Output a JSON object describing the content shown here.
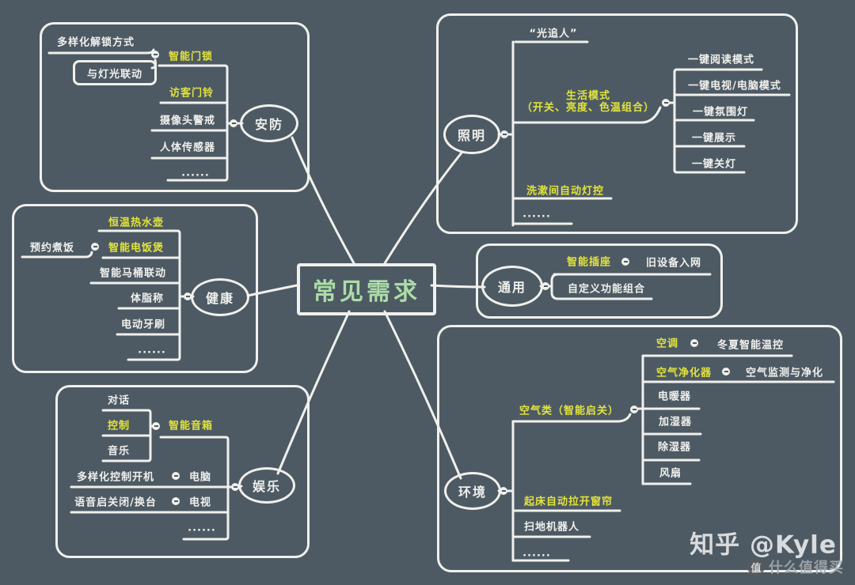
{
  "colors": {
    "background": "#4d5a64",
    "line_white": "#f0f0ec",
    "highlight_yellow": "#e2e33c",
    "center_green": "#abdca6"
  },
  "center": {
    "label": "常见需求"
  },
  "security": {
    "branch": "安防",
    "unlock": "多样化解锁方式",
    "light_link": "与灯光联动",
    "door_lock": "智能门锁",
    "doorbell": "访客门铃",
    "camera": "摄像头警戒",
    "body_sensor": "人体传感器",
    "more": "......"
  },
  "health": {
    "branch": "健康",
    "kettle": "恒温热水壶",
    "schedule_cook": "预约煮饭",
    "rice_cooker": "智能电饭煲",
    "toilet": "智能马桶联动",
    "scale": "体脂称",
    "toothbrush": "电动牙刷",
    "more": "......"
  },
  "entertainment": {
    "branch": "娱乐",
    "dialog": "对话",
    "control": "控制",
    "music": "音乐",
    "speaker": "智能音箱",
    "pc_control": "多样化控制开机",
    "pc": "电脑",
    "voice_tv": "语音启关闭/换台",
    "tv": "电视",
    "more": "......"
  },
  "lighting": {
    "branch": "照明",
    "light_follow": "“光追人”",
    "life_mode_line1": "生活模式",
    "life_mode_line2": "（开关、亮度、色温组合）",
    "one_key_read": "一键阅读模式",
    "one_key_tv_pc": "一键电视/电脑模式",
    "one_key_ambient": "一键氛围灯",
    "one_key_show": "一键展示",
    "one_key_off": "一键关灯",
    "washroom": "洗漱间自动灯控",
    "more": "......"
  },
  "general": {
    "branch": "通用",
    "socket": "智能插座",
    "legacy": "旧设备入网",
    "custom": "自定义功能组合"
  },
  "environment": {
    "branch": "环境",
    "air_group": "空气类（智能启关）",
    "ac": "空调",
    "ac_note": "冬夏智能温控",
    "purifier": "空气净化器",
    "purifier_note": "空气监测与净化",
    "heater": "电暖器",
    "humidifier": "加湿器",
    "dehumidifier": "除湿器",
    "fan": "风扇",
    "curtain": "起床自动拉开窗帘",
    "robot": "扫地机器人",
    "more": "......"
  },
  "watermarks": {
    "zhihu": "知乎 @Kyle",
    "smzdm_logo": "值",
    "smzdm": "什么值得买"
  }
}
